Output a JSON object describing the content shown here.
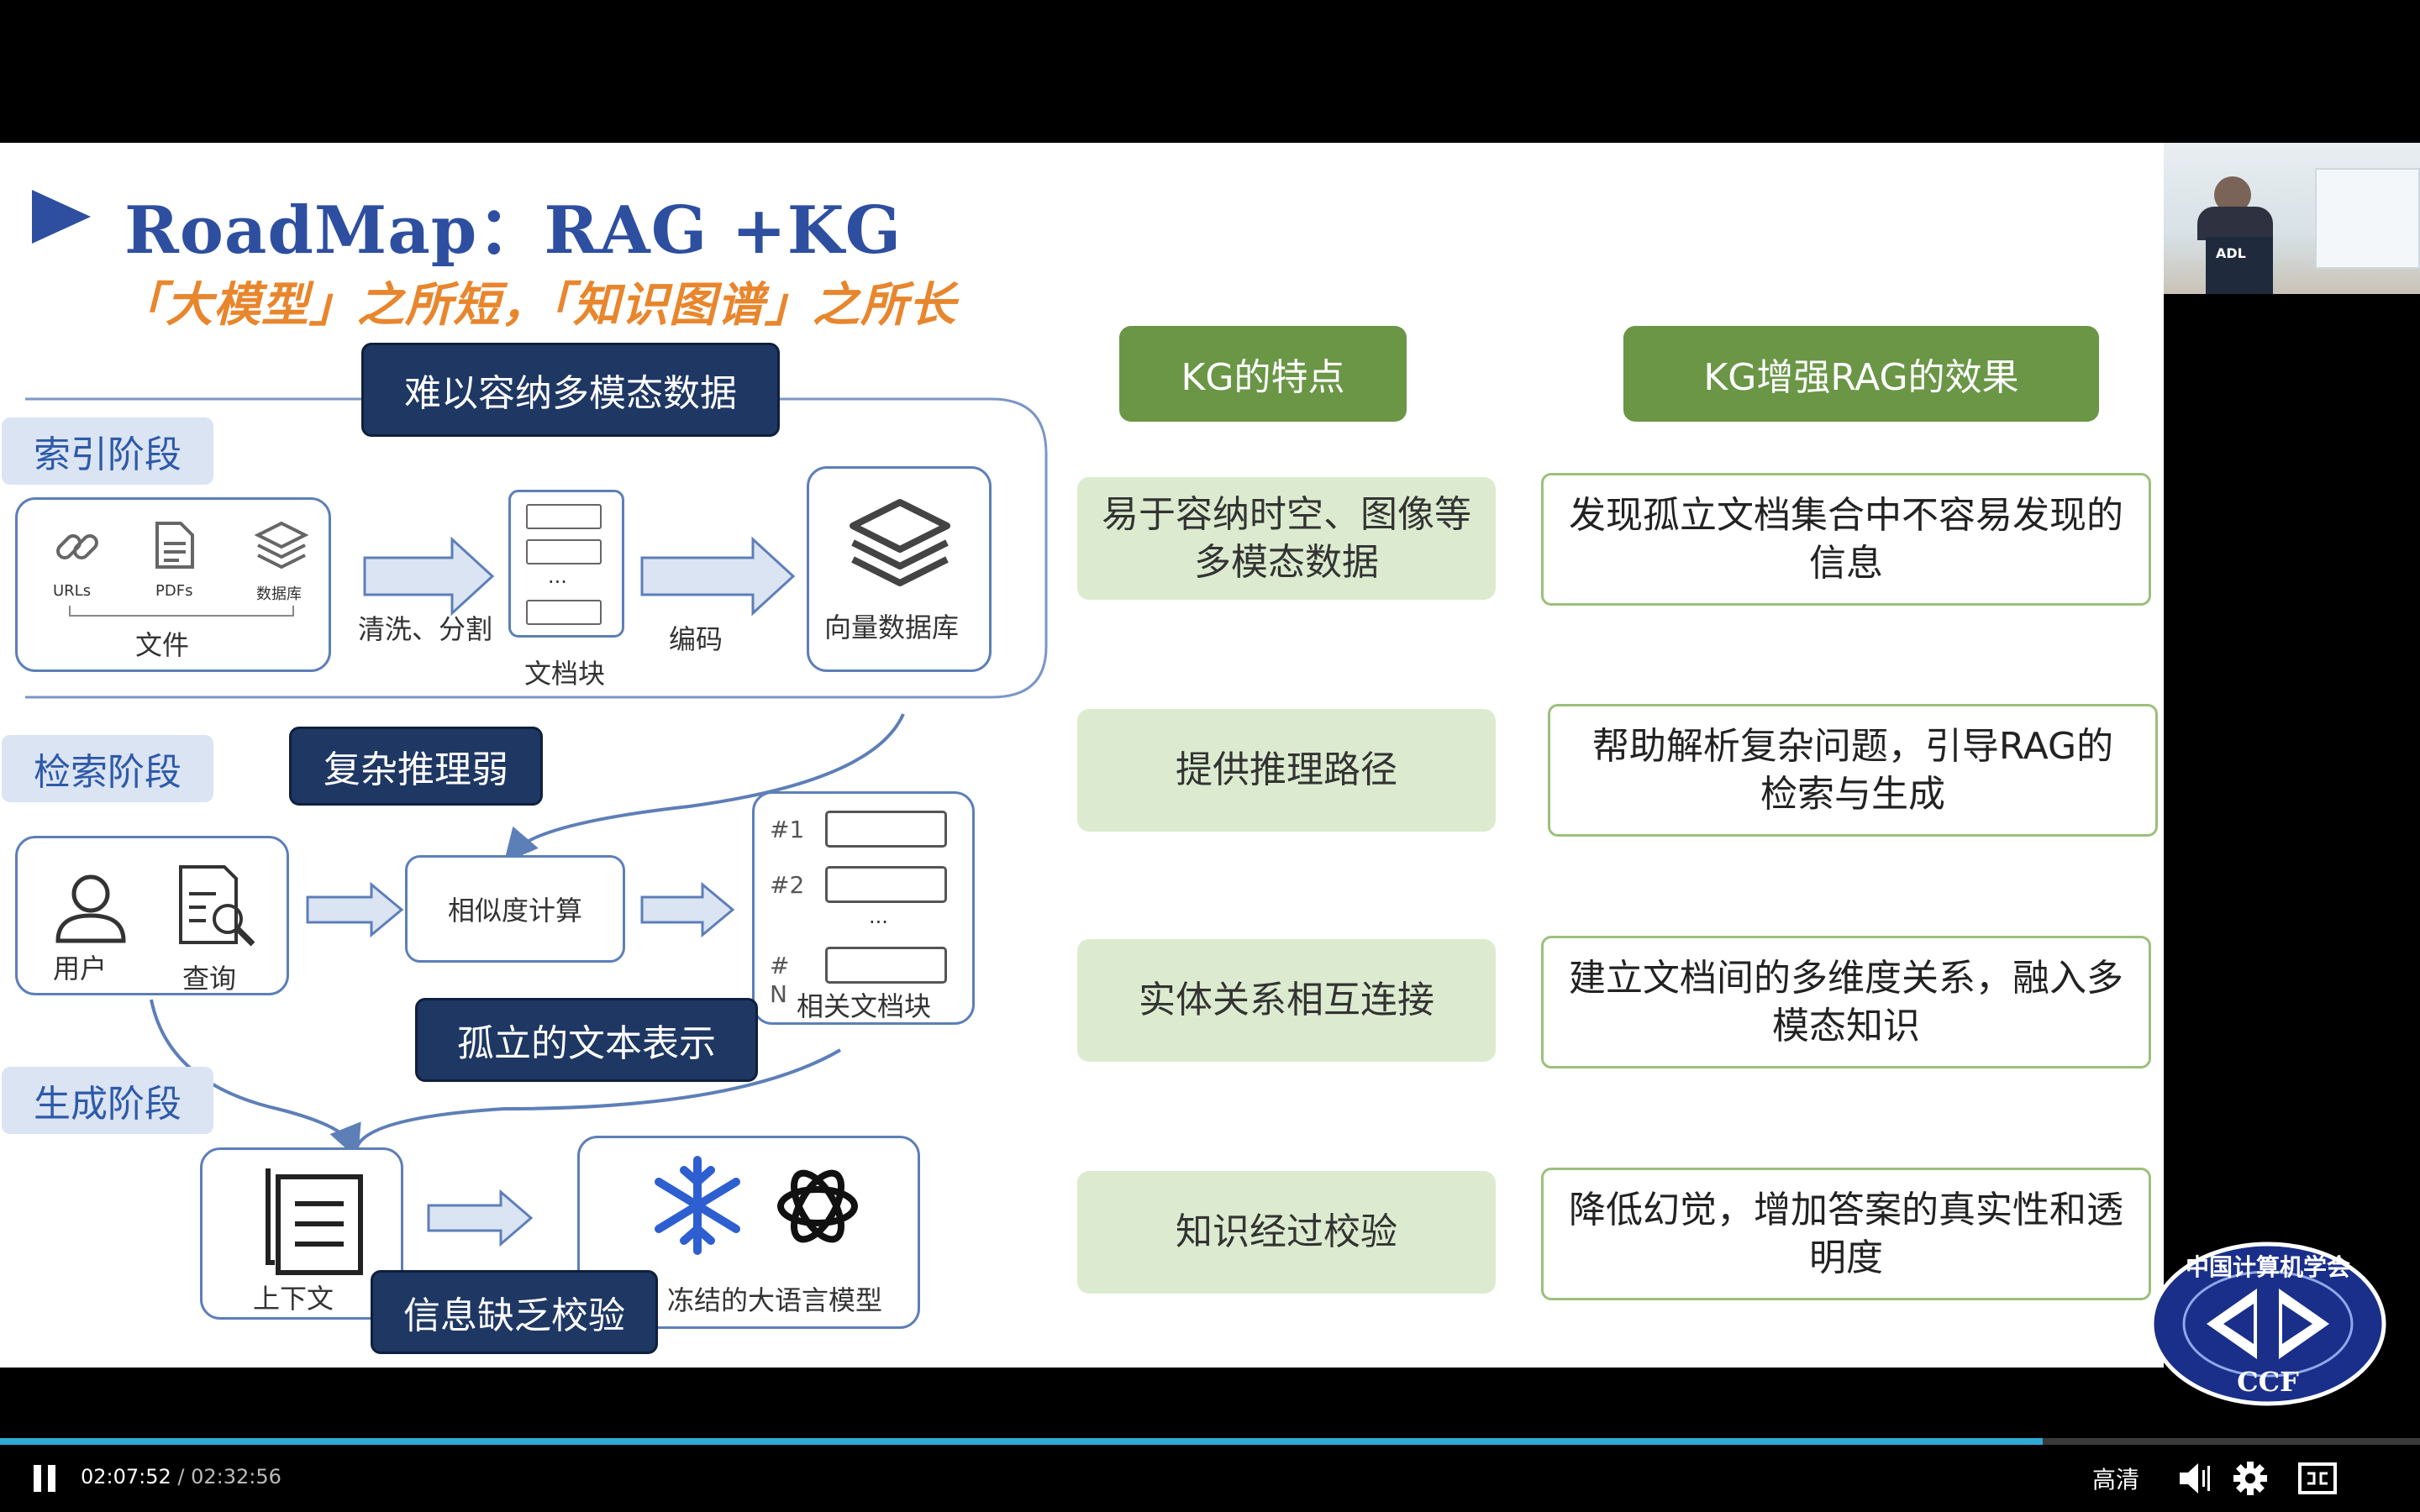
{
  "slide": {
    "title": "RoadMap：RAG +KG",
    "subtitle": "「大模型」之所短，「知识图谱」之所长",
    "stages": {
      "index": "索引阶段",
      "retrieve": "检索阶段",
      "generate": "生成阶段"
    },
    "weak_tags": {
      "multimodal": "难以容纳多模态数据",
      "reasoning": "复杂推理弱",
      "isolated": "孤立的文本表示",
      "verify": "信息缺乏校验"
    },
    "index_flow": {
      "file_icons": [
        "URLs",
        "PDFs",
        "数据库"
      ],
      "file_label": "文件",
      "clean_label": "清洗、分割",
      "chunk_label": "文档块",
      "chunk_dots": "...",
      "encode_label": "编码",
      "vectordb_label": "向量数据库"
    },
    "retrieve_flow": {
      "user_label": "用户",
      "query_label": "查询",
      "similarity_label": "相似度计算",
      "rank_labels": [
        "#1",
        "#2",
        "#",
        "N"
      ],
      "rank_dots": "...",
      "related_label": "相关文档块"
    },
    "generate_flow": {
      "context_label": "上下文",
      "llm_label": "冻结的大语言模型"
    },
    "kg_features_header": "KG的特点",
    "kg_effects_header": "KG增强RAG的效果",
    "kg_features": [
      "易于容纳时空、图像等多模态数据",
      "提供推理路径",
      "实体关系相互连接",
      "知识经过校验"
    ],
    "kg_effects": [
      "发现孤立文档集合中不容易发现的信息",
      "帮助解析复杂问题，引导RAG的检索与生成",
      "建立文档间的多维度关系，融入多模态知识",
      "降低幻觉，增加答案的真实性和透明度"
    ],
    "logo_text": "中国计算机学会",
    "logo_abbr": "CCF"
  },
  "webcam": {
    "sign": "ADL"
  },
  "player": {
    "current_time": "02:07:52",
    "duration": "02:32:56",
    "progress": 0.844,
    "quality": "高清",
    "accent_color": "#2fa9d6"
  }
}
